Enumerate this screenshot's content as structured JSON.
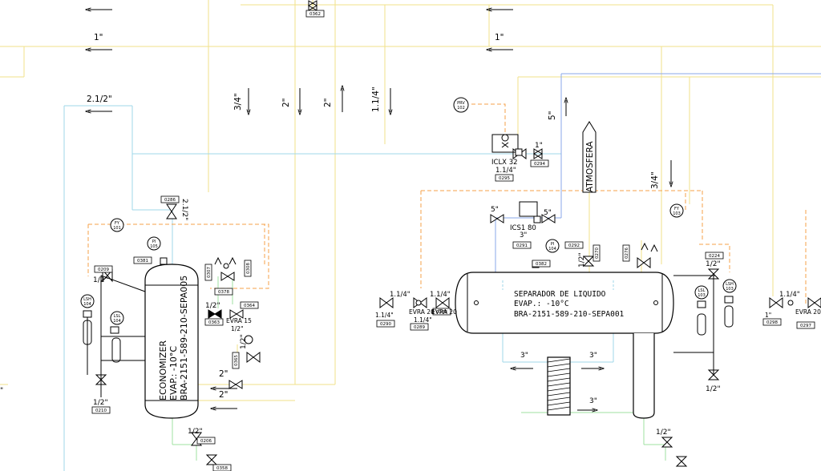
{
  "colors": {
    "background": "#ffffff",
    "line_yellow": "#f2e28a",
    "line_green": "#9fe0a0",
    "line_cyan": "#9fd7ea",
    "line_blue": "#8aa7e8",
    "line_orange": "#f5a14a",
    "ink": "#000000"
  },
  "pipe_sizes": {
    "top_left": "1\"",
    "top_right": "1\"",
    "left_main": "2.1/2\"",
    "v_34": "3/4\"",
    "v_2a": "2\"",
    "v_2b": "2\"",
    "v_114": "1.1/4\"",
    "v_5": "5\"",
    "v_1": "1\"",
    "v_34b": "3/4\"",
    "v_212": "2.1/2\"",
    "econ_2a": "2\"",
    "econ_2b": "2\"",
    "econ_12a": "1/2\"",
    "econ_12b": "1/2\"",
    "econ_12c": "1/2\"",
    "econ_12d": "1/2\"",
    "econ_12e": "1/2\"",
    "econ_12f": "1/2\"",
    "sep_5a": "5\"",
    "sep_5b": "5\"",
    "sep_3": "3\"",
    "sep_3a": "3\"",
    "sep_3b": "3\"",
    "sep_3c": "3\"",
    "sep_12a": "1/2\"",
    "sep_12b": "1/2\"",
    "sep_12c": "1/2\"",
    "sep_12d": "1/2\"",
    "sep_114a": "1.1/4\"",
    "sep_114b": "1.1/4\"",
    "sep_114c": "1.1/4\"",
    "right_114": "1.1/4\"",
    "right_1": "1\"",
    "left_edge": "\"",
    "valve_1_1": "1.1/4\""
  },
  "tags": {
    "t0362": "0362",
    "t0286": "0286",
    "t0209": "0209",
    "t0381": "0381",
    "t0307": "0307",
    "t0308": "0308",
    "t0378": "0378",
    "t0364": "0364",
    "t0363": "0363",
    "t0365": "0365",
    "t0210": "0210",
    "t0206": "0206",
    "t0358": "0358",
    "t0294": "0294",
    "t0295": "0295",
    "t0291": "0291",
    "t0292": "0292",
    "t0382": "0382",
    "t0270": "0270",
    "t0276": "0276",
    "t0224": "0224",
    "t0290": "0290",
    "t0289": "0289",
    "t0288": "0288",
    "t0298": "0298",
    "t0297": "0297"
  },
  "instruments": {
    "fy101_a": "FY",
    "fy101_b": "101",
    "pi105_a": "PI",
    "pi105_b": "105",
    "lsh104_a": "LSH",
    "lsh104_b": "104",
    "lsl104_a": "LSL",
    "lsl104_b": "104",
    "prv102_a": "PRV",
    "prv102_b": "102",
    "pi104_a": "PI",
    "pi104_b": "104",
    "fy103_a": "FY",
    "fy103_b": "103",
    "lsl103_a": "LSL",
    "lsl103_b": "103",
    "lsh103_a": "LSH",
    "lsh103_b": "103"
  },
  "labels": {
    "iclx": "ICLX 32",
    "iclx_size": "1.1/4\"",
    "ics1": "ICS1 80",
    "atmosfera": "ATMOSFERA",
    "evra20a": "EVRA 20",
    "evra20b": "EVRA 20",
    "evra20c": "EVRA 20",
    "evra15": "EVRA 15"
  },
  "economizer": {
    "line1": "ECONOMIZER",
    "line2": "EVAP.: -10°C",
    "line3": "BRA-2151-589-210-SEPA005"
  },
  "separator": {
    "line1": "SEPARADOR DE LIQUIDO",
    "line2": "EVAP.:    -10°C",
    "line3": "BRA-2151-589-210-SEPA001"
  }
}
